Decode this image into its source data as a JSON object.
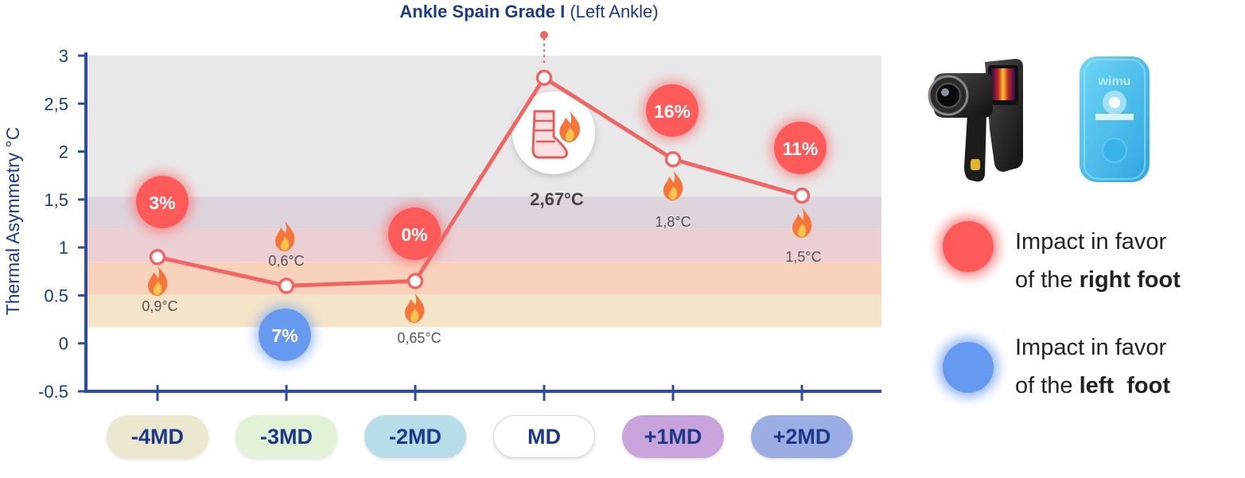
{
  "title": {
    "bold": "Ankle Spain Grade I",
    "normal": "(Left Ankle)"
  },
  "chart_data": {
    "type": "line",
    "ylabel": "Thermal Asymmetry °C",
    "ylim": [
      -0.5,
      3
    ],
    "yticks": [
      {
        "v": 3,
        "label": "3"
      },
      {
        "v": 2.5,
        "label": "2,5"
      },
      {
        "v": 2,
        "label": "2"
      },
      {
        "v": 1.5,
        "label": "1,5"
      },
      {
        "v": 1,
        "label": "1"
      },
      {
        "v": 0.5,
        "label": "0.5"
      },
      {
        "v": 0,
        "label": "0"
      },
      {
        "v": -0.5,
        "label": "-0.5"
      }
    ],
    "categories": [
      "-4MD",
      "-3MD",
      "-2MD",
      "MD",
      "+1MD",
      "+2MD"
    ],
    "values": [
      0.9,
      0.6,
      0.65,
      2.77,
      1.92,
      1.54
    ],
    "value_labels": [
      "0,9°C",
      "0,6°C",
      "0,65°C",
      "2,67°C",
      "1,8°C",
      "1,5°C"
    ],
    "percent_badges": [
      {
        "label": "3%",
        "side": "right"
      },
      {
        "label": "7%",
        "side": "left"
      },
      {
        "label": "0%",
        "side": "right"
      },
      null,
      {
        "label": "16%",
        "side": "right"
      },
      {
        "label": "11%",
        "side": "right"
      }
    ],
    "bands": [
      {
        "from": 0.17,
        "to": 0.51,
        "color": "#f4e4c8"
      },
      {
        "from": 0.51,
        "to": 0.85,
        "color": "#f9d2bc"
      },
      {
        "from": 0.85,
        "to": 1.2,
        "color": "#ebcfd3"
      },
      {
        "from": 1.2,
        "to": 1.53,
        "color": "#ddd3dc"
      },
      {
        "from": 1.53,
        "to": 3.0,
        "color": "#e8e8e9"
      }
    ],
    "category_colors": [
      "#ece8cf",
      "#e2f2d6",
      "#b6dde8",
      "#ffffff",
      "#c9a3db",
      "#9aaee4"
    ],
    "line_color": "#f16565"
  },
  "legend": [
    {
      "color": "#ff5a5a",
      "line1": "Impact in favor",
      "line2_pre": "of the",
      "line2_bold": "right foot"
    },
    {
      "color": "#6699f0",
      "line1": "Impact in favor",
      "line2_pre": "of the",
      "line2_bold": "left  foot"
    }
  ],
  "colors": {
    "axis": "#2f4d9a",
    "right_impact": "#ff5a5a",
    "left_impact": "#6699f0",
    "flame": "#f5753b"
  },
  "icons": [
    "flame-icon",
    "ankle-brace-icon",
    "thermal-camera-icon",
    "wimu-sensor-icon"
  ]
}
